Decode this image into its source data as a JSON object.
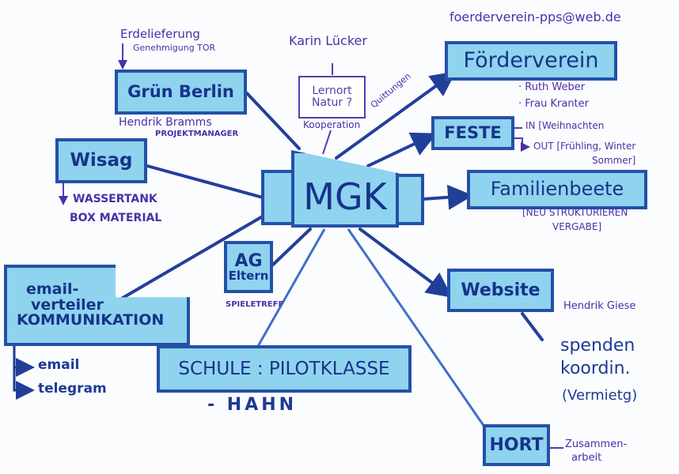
{
  "center": {
    "label": "MGK"
  },
  "nodes": {
    "gruen_berlin": {
      "label": "Grün Berlin",
      "notes_above": [
        "Erdelieferung",
        "Genehmigung TOR"
      ],
      "notes_below": [
        "Hendrik Bramms",
        "PROJEKTMANAGER"
      ]
    },
    "lernort": {
      "label_lines": [
        "Lernort",
        "Natur ?"
      ],
      "note_above": "Karin Lücker",
      "note_below": "Kooperation"
    },
    "wisag": {
      "label": "Wisag",
      "items": [
        "WASSERTANK",
        "BOX MATERIAL"
      ]
    },
    "foerderverein": {
      "label": "Förderverein",
      "email": "foerderverein-pps@web.de",
      "link_label": "Quittungen",
      "members": [
        "· Ruth Weber",
        "· Frau Kranter"
      ]
    },
    "feste": {
      "label": "FESTE",
      "in": "IN [Weihnachten",
      "out": "OUT [Frühling, Winter",
      "out2": "Sommer]"
    },
    "familienbeete": {
      "label": "Familienbeete",
      "notes": [
        "[NEU STRUKTURIEREN",
        "VERGABE]"
      ]
    },
    "ag_eltern": {
      "label_lines": [
        "AG",
        "Eltern"
      ],
      "note": "SPIELETREFF"
    },
    "email_verteiler": {
      "label_lines": [
        "email-",
        "verteiler",
        "KOMMUNIKATION"
      ],
      "channels": [
        "email",
        "telegram"
      ]
    },
    "schule": {
      "label": "SCHULE : PILOTKLASSE",
      "note": "- HAHN"
    },
    "website": {
      "label": "Website",
      "person": "Hendrik Giese",
      "task_lines": [
        "spenden",
        "koordin.",
        "(Vermietg)"
      ]
    },
    "hort": {
      "label": "HORT",
      "note_lines": [
        "Zusammen-",
        "arbeit"
      ]
    }
  },
  "colors": {
    "ink": "#2550a8",
    "fill": "#8fd3ee",
    "pen": "#4a2fa8"
  }
}
